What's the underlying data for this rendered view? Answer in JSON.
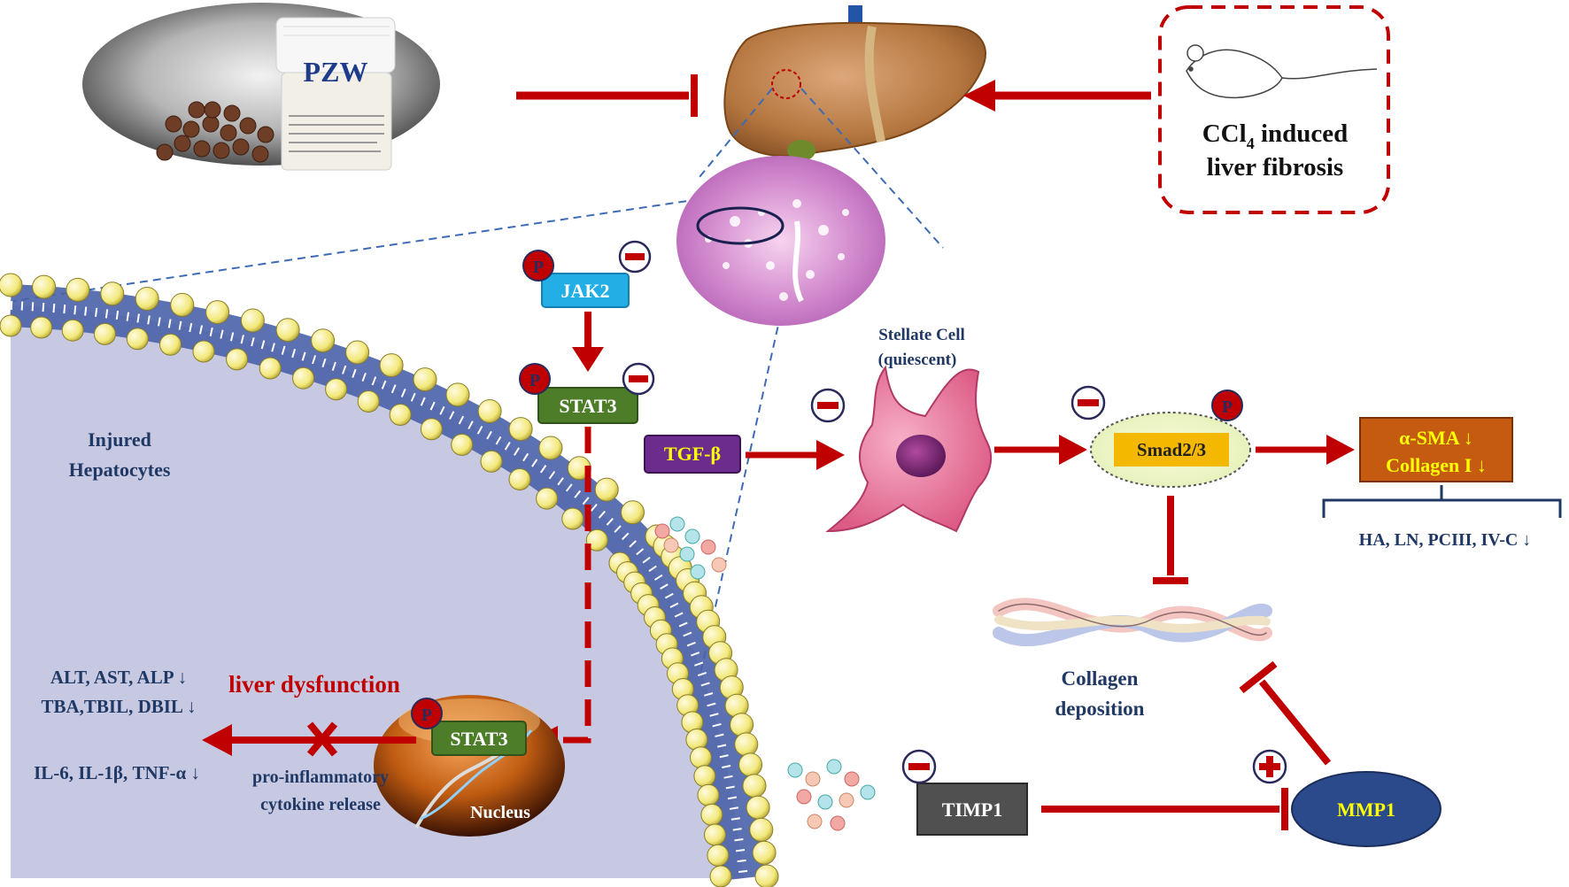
{
  "labels": {
    "pzw": "PZW",
    "ccl4_prefix": "CCl",
    "ccl4_sub": "4",
    "ccl4_suffix": " induced",
    "liver_fibrosis": "liver fibrosis",
    "injured": "Injured",
    "hepatocytes": "Hepatocytes",
    "jak2": "JAK2",
    "stat3": "STAT3",
    "stat3_nuclear": "STAT3",
    "nucleus": "Nucleus",
    "tgfb": "TGF-β",
    "stellate_line1": "Stellate Cell",
    "stellate_line2": "(quiescent)",
    "smad": "Smad2/3",
    "asma": "α-SMA ↓",
    "collagen1": "Collagen I ↓",
    "markers": "HA, LN, PCIII, IV-C ↓",
    "collagen_line1": "Collagen",
    "collagen_line2": "deposition",
    "timp1": "TIMP1",
    "mmp1": "MMP1",
    "liver_dysfunction": "liver dysfunction",
    "enzymes_line1": "ALT, AST, ALP ↓",
    "enzymes_line2": "TBA,TBIL, DBIL ↓",
    "cytokines": "IL-6, IL-1β, TNF-α ↓",
    "release_line1": "pro-inflammatory",
    "release_line2": "cytokine release",
    "p_badge": "P"
  },
  "colors": {
    "arrow_red": "#c00000",
    "navy_text": "#1f3864",
    "jak2_fill": "#23aee5",
    "stat3_fill": "#4e7d2a",
    "tgfb_fill": "#6b2c8e",
    "smad_fill": "#f5b800",
    "asma_fill": "#c55a11",
    "asma_text": "#ffff00",
    "timp1_fill": "#505050",
    "mmp1_fill": "#2a4a8b",
    "cell_fill": "#c7c9e3",
    "membrane_blue": "#4a62a8",
    "phospholipid_head": "#f7f2a0"
  }
}
